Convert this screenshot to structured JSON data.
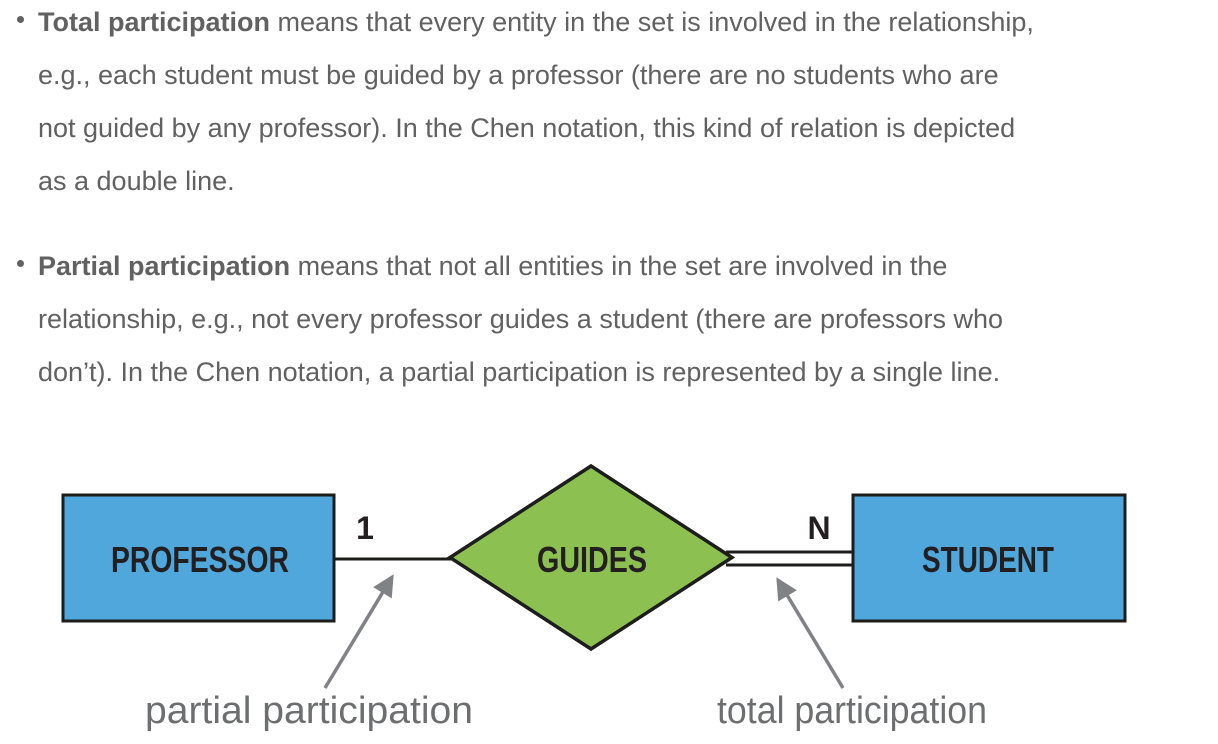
{
  "page": {
    "background": "#ffffff",
    "body_text_color": "#616161"
  },
  "bullets": [
    {
      "bold": "Total participation",
      "rest": " means that every entity in the set is involved in the relationship,\ne.g., each student must be guided by a professor (there are no students who are\nnot guided by any professor). In the Chen notation, this kind of relation is depicted\nas a double line."
    },
    {
      "bold": "Partial participation",
      "rest": " means that not all entities in the set are involved in the\nrelationship, e.g., not every professor guides a student (there are professors who\ndon’t). In the Chen notation, a partial participation is represented by a single line."
    }
  ],
  "diagram": {
    "left_entity": "PROFESSOR",
    "relationship": "GUIDES",
    "right_entity": "STUDENT",
    "cardinality_left": "1",
    "cardinality_right": "N",
    "annotation_left": "partial participation",
    "annotation_right": "total participation",
    "colors": {
      "entity_fill": "#4FA7DB",
      "relationship_fill": "#8CC152",
      "outline": "#1D1D1B",
      "label_text": "#231F20",
      "arrow": "#808285",
      "annotation_text": "#6D6E70"
    }
  }
}
